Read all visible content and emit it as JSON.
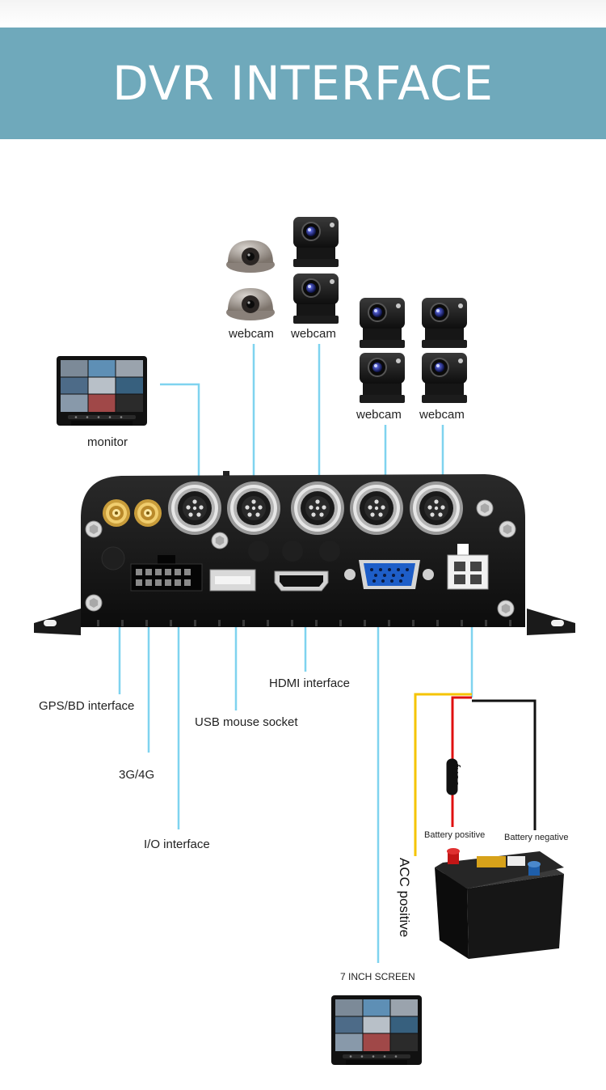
{
  "banner": {
    "title": "DVR INTERFACE"
  },
  "labels": {
    "monitor": "monitor",
    "webcam_1": "webcam",
    "webcam_2": "webcam",
    "webcam_3": "webcam",
    "webcam_4": "webcam",
    "gps": "GPS/BD interface",
    "hdmi": "HDMI interface",
    "usb": "USB mouse socket",
    "g34": "3G/4G",
    "io": "I/O interface",
    "fuse": "fuse",
    "battery_positive": "Battery positive",
    "battery_negative": "Battery negative",
    "acc_positive": "ACC positive",
    "screen": "7 INCH SCREEN"
  },
  "colors": {
    "banner": "#6fa9bb",
    "connector_line": "#7fd3ef",
    "wire_yellow": "#f5c400",
    "wire_red": "#e01010",
    "wire_black": "#111111"
  }
}
